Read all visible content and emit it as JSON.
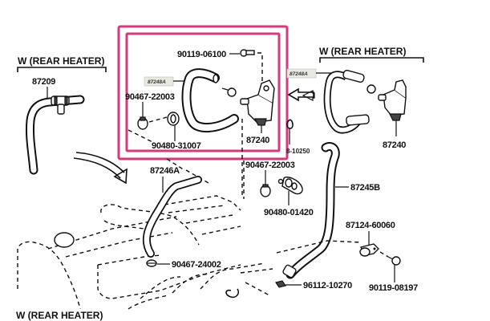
{
  "diagram": {
    "colors": {
      "highlight": "#d63a7a",
      "ink": "#111111",
      "tag_bg": "#e9e9e2"
    },
    "headers": {
      "left_top": "W (REAR HEATER)",
      "right_top": "W (REAR HEATER)",
      "bottom_left": "W (REAR HEATER)"
    },
    "highlight_box": {
      "labels": {
        "bolt": "90119-06100",
        "hose_tag": "87248A",
        "clamp": "90467-22003",
        "grommet": "90480-31007",
        "valve": "87240"
      }
    },
    "right_assembly": {
      "hose_tag": "87248A",
      "valve": "87240",
      "clip": "8-10250"
    },
    "left_assembly": {
      "hose": "87209"
    },
    "engine_area": {
      "hose_a": "87246A",
      "clamp": "90467-24002",
      "clamp_mid": "90467-22003",
      "grommet_mid": "90480-01420",
      "hose_b": "87245B",
      "bracket": "87124-60060",
      "bracket_bolt": "90119-08197",
      "hose_clamp": "96112-10270"
    }
  }
}
